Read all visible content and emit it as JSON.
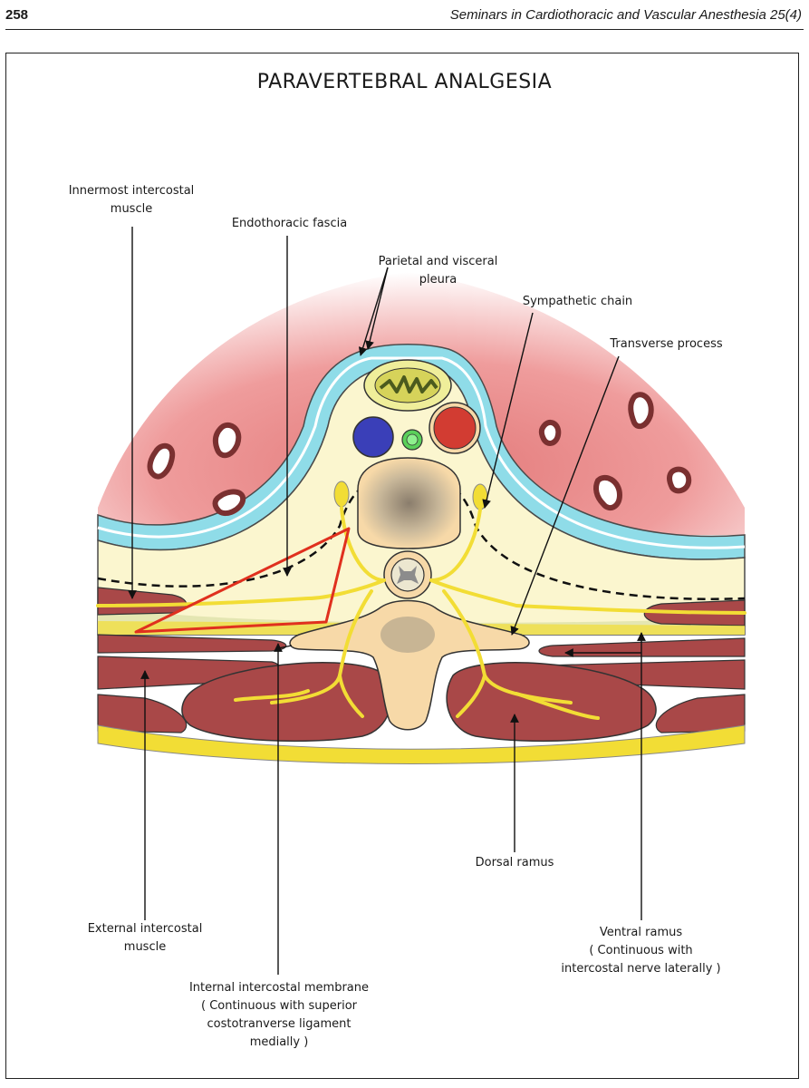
{
  "header": {
    "page_number": "258",
    "journal": "Seminars in Cardiothoracic and Vascular Anesthesia 25(4)"
  },
  "figure": {
    "title": "PARAVERTEBRAL ANALGESIA",
    "labels": {
      "innermost_intercostal": "Innermost intercostal\nmuscle",
      "endothoracic_fascia": "Endothoracic fascia",
      "pleura": "Parietal and visceral\npleura",
      "sympathetic_chain": "Sympathetic chain",
      "transverse_process": "Transverse process",
      "dorsal_ramus": "Dorsal ramus",
      "external_intercostal": "External intercostal\nmuscle",
      "ventral_ramus": "Ventral ramus\n( Continuous with\nintercostal nerve laterally )",
      "internal_membrane": "Internal intercostal membrane\n( Continuous with superior\ncostotranverse ligament\nmedially )"
    },
    "colors": {
      "lung": "#e98a8a",
      "pleura": "#8fdce8",
      "fascia": "#fbf6cf",
      "muscle": "#a94848",
      "bone": "#f7d9a8",
      "nerve": "#f2dd35",
      "block_outline": "#e0301e",
      "vein": "#3a3fb8",
      "artery": "#d23c32"
    }
  }
}
